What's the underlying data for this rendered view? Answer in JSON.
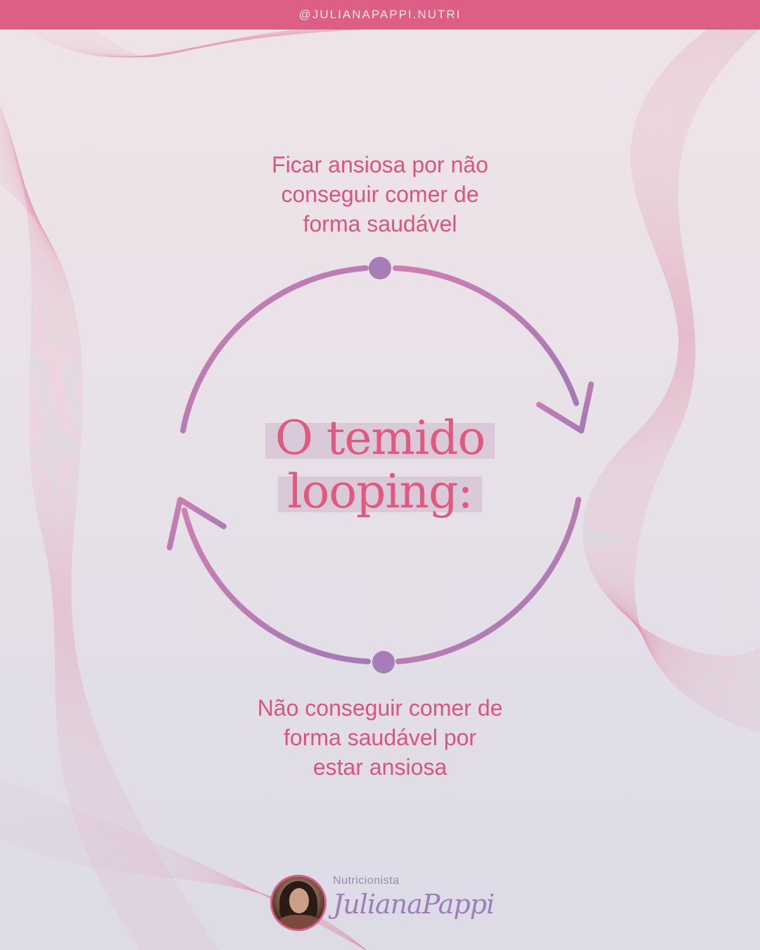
{
  "header": {
    "handle": "@JULIANAPAPPI.NUTRI"
  },
  "cycle": {
    "top_statement": [
      "Ficar ansiosa por não",
      "conseguir comer de",
      "forma saudável"
    ],
    "title_lines": [
      "O temido",
      "looping:"
    ],
    "bottom_statement": [
      "Não conseguir comer de",
      "forma saudável por",
      "estar ansiosa"
    ]
  },
  "footer": {
    "profession": "Nutricionista",
    "signature": "JulianaPappi"
  },
  "colors": {
    "top_bar": "#dd5f86",
    "statement_text": "#d9557d",
    "title_text": "#df5a80",
    "title_highlight": "#dac9d8",
    "cycle_stroke_start": "#ce7fb0",
    "cycle_stroke_end": "#a27ab6",
    "wave_lines": "#e39ab2"
  }
}
